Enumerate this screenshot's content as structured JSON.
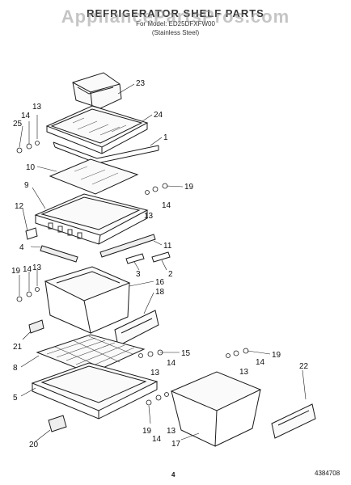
{
  "header": {
    "title": "REFRIGERATOR SHELF PARTS",
    "model_line": "For Model: ED25DFXFW00",
    "finish": "(Stainless Steel)"
  },
  "watermark": "AppliancePartsPros.com",
  "callouts": {
    "c23": "23",
    "c24": "24",
    "c1": "1",
    "c13a": "13",
    "c14a": "14",
    "c25": "25",
    "c10": "10",
    "c9": "9",
    "c19a": "19",
    "c14b": "14",
    "c13b": "13",
    "c12": "12",
    "c4": "4",
    "c11": "11",
    "c3": "3",
    "c2": "2",
    "c19b": "19",
    "c14c": "14",
    "c13c": "13",
    "c16": "16",
    "c18": "18",
    "c21": "21",
    "c15": "15",
    "c8": "8",
    "c14d": "14",
    "c13d": "13",
    "c19c": "19",
    "c14e": "14",
    "c13e": "13",
    "c22": "22",
    "c5": "5",
    "c19d": "19",
    "c14f": "14",
    "c13f": "13",
    "c17": "17",
    "c20": "20"
  },
  "footer": {
    "page": "4",
    "doc_number": "4384708"
  }
}
